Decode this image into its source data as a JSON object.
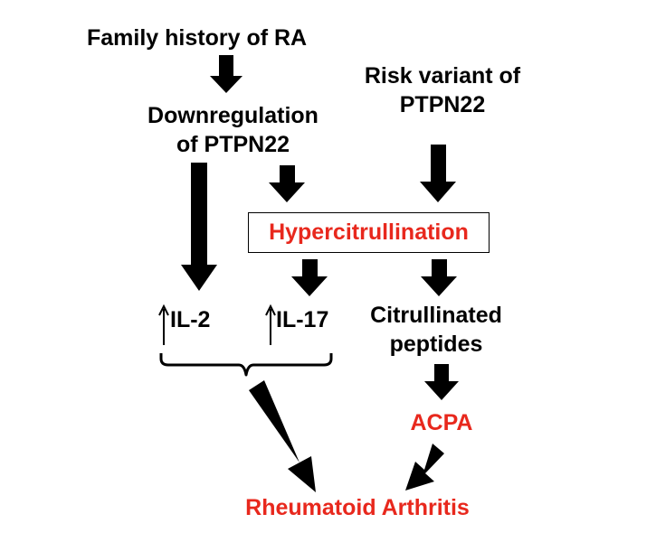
{
  "nodes": {
    "family_history": "Family history of RA",
    "downregulation_line1": "Downregulation",
    "downregulation_line2": "of PTPN22",
    "risk_variant_line1": "Risk variant of",
    "risk_variant_line2": "PTPN22",
    "hypercitrullination": "Hypercitrullination",
    "il2": "IL-2",
    "il17": "IL-17",
    "citrullinated_line1": "Citrullinated",
    "citrullinated_line2": "peptides",
    "acpa": "ACPA",
    "rheumatoid_arthritis": "Rheumatoid Arthritis"
  },
  "colors": {
    "text": "#000000",
    "highlight": "#e8281d",
    "arrow": "#000000"
  }
}
